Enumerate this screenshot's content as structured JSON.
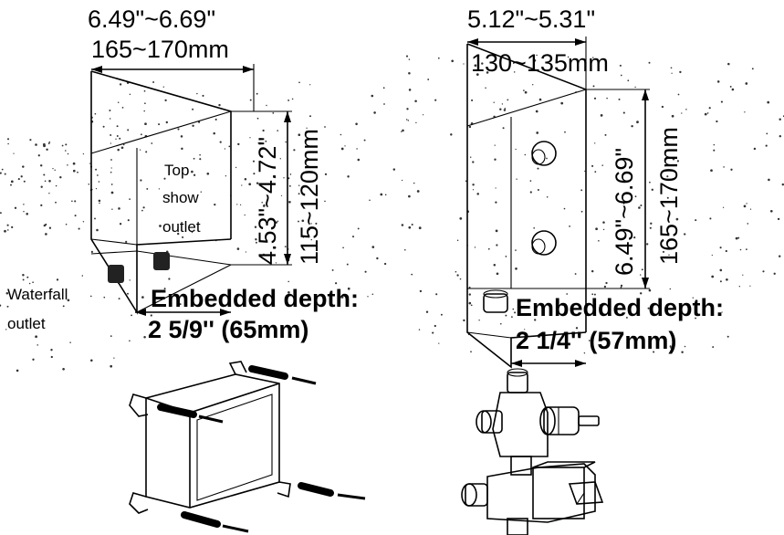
{
  "left_box": {
    "width_in": "6.49\"~6.69\"",
    "width_mm": "165~170mm",
    "height_in": "4.53\"~4.72\"",
    "height_mm": "115~120mm",
    "top_outlet": [
      "Top",
      "show",
      "outlet"
    ],
    "waterfall_outlet": [
      "Waterfall",
      "outlet"
    ],
    "depth_label": "Embedded depth:",
    "depth_value": "2 5/9'' (65mm)"
  },
  "right_box": {
    "width_in": "5.12\"~5.31\"",
    "width_mm": "130~135mm",
    "height_in": "6.49\"~6.69\"",
    "height_mm": "165~170mm",
    "depth_label": "Embedded depth:",
    "depth_value": "2 1/4'' (57mm)"
  },
  "colors": {
    "ink": "#000000",
    "background": "#ffffff"
  }
}
